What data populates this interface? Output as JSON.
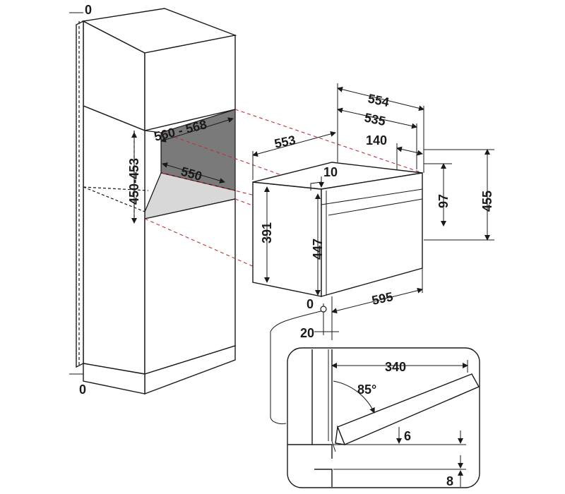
{
  "labels": {
    "top_zero": "0",
    "bottom_zero": "0",
    "niche_width": "560 - 568",
    "niche_height": "450-453",
    "niche_depth": "550",
    "oven_depth": "553",
    "total_depth": "554",
    "body_depth": "535",
    "panel_depth": "140",
    "top_gap": "10",
    "panel_height": "97",
    "total_height": "455",
    "side_height": "391",
    "front_height": "447",
    "oven_width": "595",
    "base_zero": "0",
    "front_offset": "20",
    "door_clearance": "340",
    "door_angle": "85°",
    "detail_gap_upper": "6",
    "detail_gap_lower": "8"
  },
  "colors": {
    "line": "#1a1a1a",
    "red_dash": "#c0303a",
    "niche_back": "#7a7a7a",
    "niche_floor": "#d8d8d8"
  }
}
